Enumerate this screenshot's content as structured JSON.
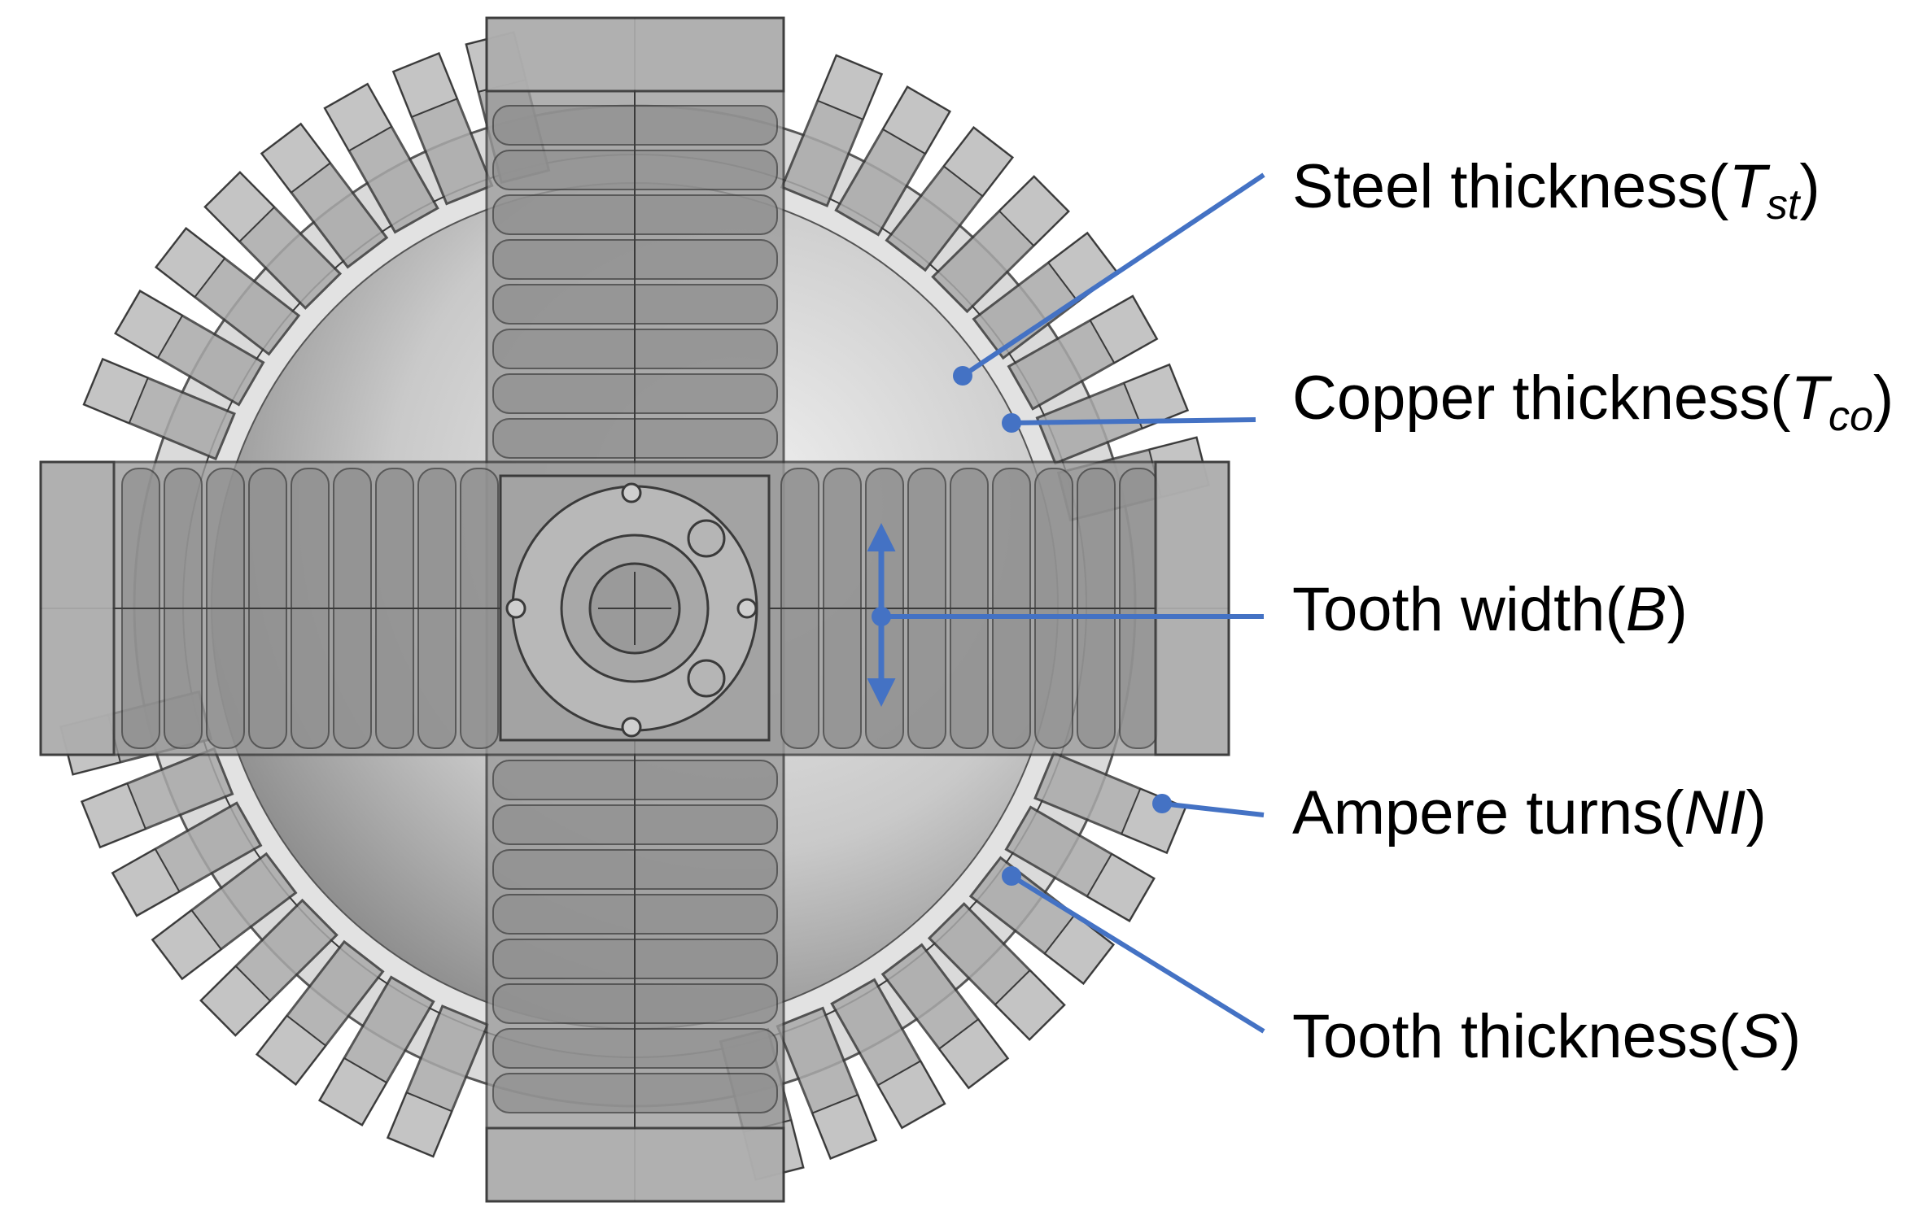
{
  "colors": {
    "annotation": "#4472C4",
    "background": "#ffffff",
    "part_fill": "#9b9b9b",
    "part_stroke": "#3a3a3a",
    "sphere_light": "#e8e8e8",
    "sphere_dark": "#8a8a8a"
  },
  "tooth_count_per_quadrant": 8,
  "labels": [
    {
      "id": "steel",
      "text": "Steel thickness(",
      "sym": "T",
      "sub": "st",
      "close": ")"
    },
    {
      "id": "copper",
      "text": "Copper thickness(",
      "sym": "T",
      "sub": "co",
      "close": ")"
    },
    {
      "id": "width",
      "text": "Tooth width(",
      "sym": "B",
      "sub": "",
      "close": ")"
    },
    {
      "id": "ampere",
      "text": "Ampere turns(",
      "sym": "NI",
      "sub": "",
      "close": ")"
    },
    {
      "id": "tthick",
      "text": "Tooth thickness(",
      "sym": "S",
      "sub": "",
      "close": ")"
    }
  ]
}
